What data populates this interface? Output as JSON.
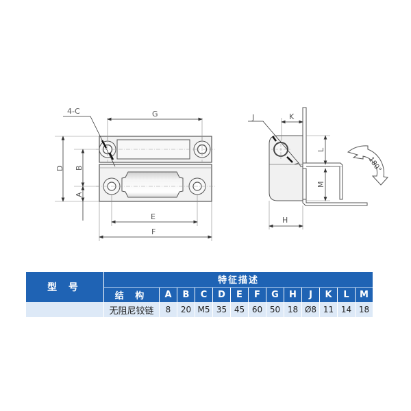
{
  "diagram": {
    "front_view": {
      "labels": {
        "hole_callout": "4-C",
        "dim_G": "G",
        "dim_D": "D",
        "dim_B": "B",
        "dim_A": "A",
        "dim_E": "E",
        "dim_F": "F"
      }
    },
    "side_view": {
      "labels": {
        "dim_J": "J",
        "dim_K": "K",
        "dim_L": "L",
        "dim_M": "M",
        "dim_H": "H"
      },
      "rotation_label": "180°"
    },
    "colors": {
      "line": "#555555",
      "fill": "#f1f1f1",
      "dim_line": "#888888"
    }
  },
  "table": {
    "header_model": "型 号",
    "header_features": "特征描述",
    "header_structure": "结 构",
    "columns": [
      "A",
      "B",
      "C",
      "D",
      "E",
      "F",
      "G",
      "H",
      "J",
      "K",
      "L",
      "M"
    ],
    "rows": [
      {
        "model": "",
        "structure": "无阻尼铰链",
        "values": [
          "8",
          "20",
          "M5",
          "35",
          "45",
          "60",
          "50",
          "18",
          "Ø8",
          "11",
          "14",
          "18"
        ]
      }
    ],
    "colors": {
      "header_bg": "#1f63b4",
      "header_text": "#ffffff",
      "row_bg": "#dde9f7"
    }
  }
}
